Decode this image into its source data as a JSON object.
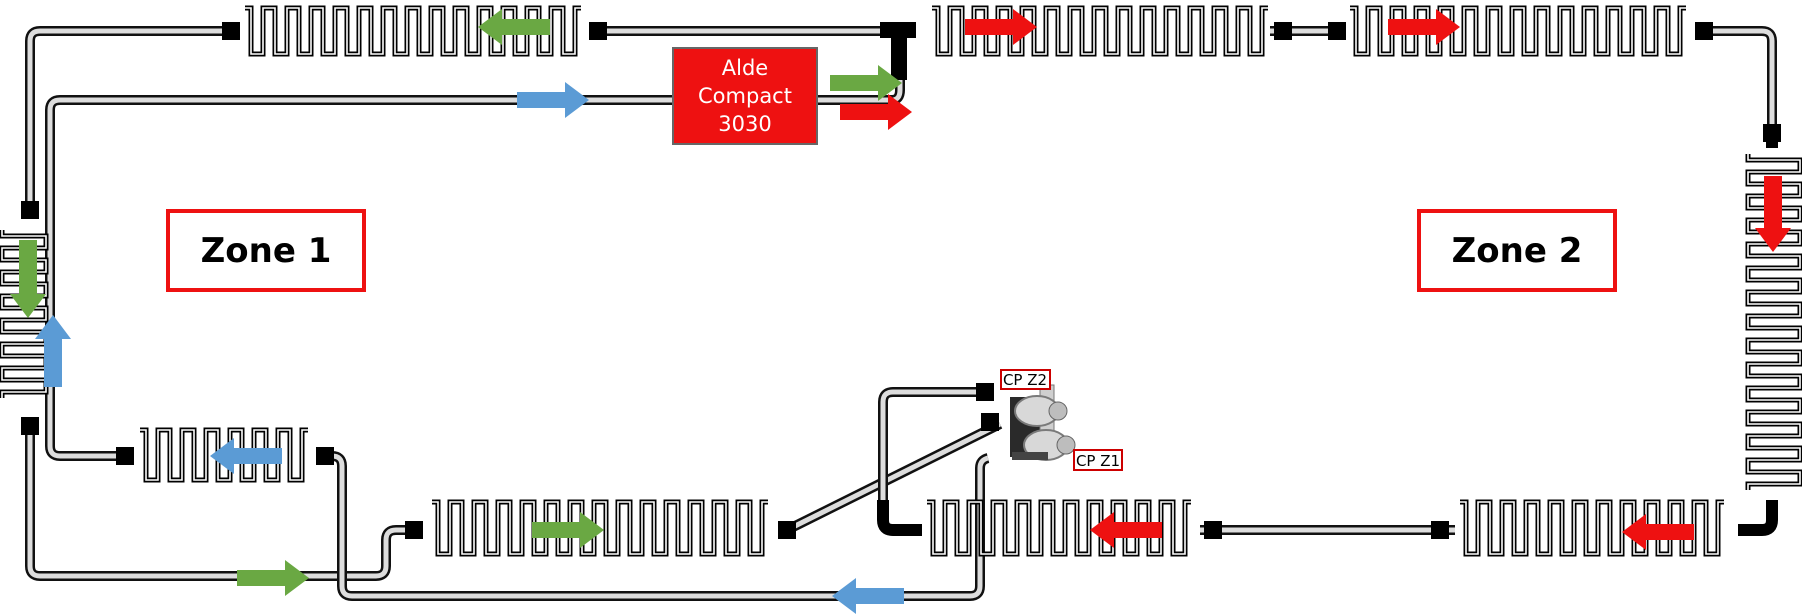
{
  "boiler": {
    "line1": "Alde",
    "line2": "Compact",
    "line3": "3030",
    "color": "#ee1111"
  },
  "zones": {
    "zone1": "Zone 1",
    "zone2": "Zone 2"
  },
  "pumps": {
    "zone2": "CP Z2",
    "zone1": "CP Z1"
  },
  "colors": {
    "hot": "#ee1111",
    "zone1_supply": "#6aa843",
    "return": "#5b9bd5",
    "pipe": "#111111",
    "pipe_inner": "#dddddd"
  }
}
